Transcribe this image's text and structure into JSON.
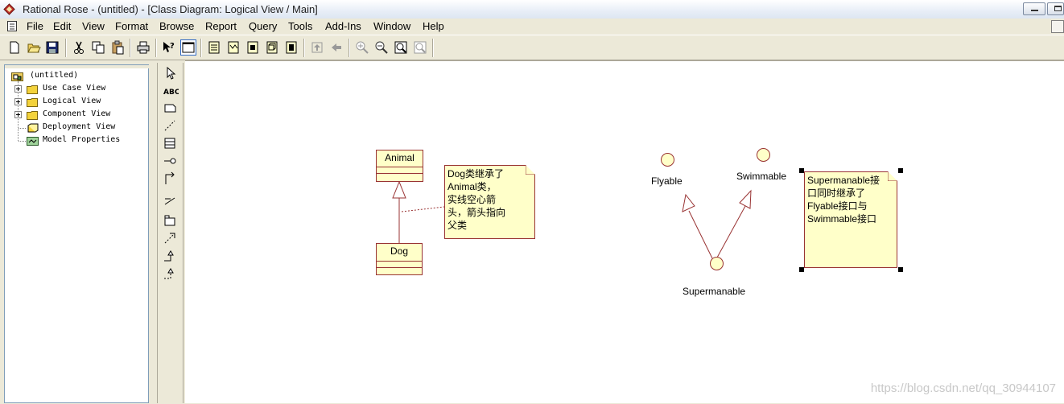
{
  "window": {
    "title": "Rational Rose - (untitled) - [Class Diagram: Logical View / Main]"
  },
  "menu": {
    "items": [
      "File",
      "Edit",
      "View",
      "Format",
      "Browse",
      "Report",
      "Query",
      "Tools",
      "Add-Ins",
      "Window",
      "Help"
    ]
  },
  "toolbar": {
    "icons": [
      "new-icon",
      "open-icon",
      "save-icon",
      "cut-icon",
      "copy-icon",
      "paste-icon",
      "print-icon",
      "context-help-icon",
      "view-doc-icon",
      "browse-class-icon",
      "browse-interaction-icon",
      "browse-component-icon",
      "browse-deployment-icon",
      "browse-parent-icon",
      "browse-previous-icon",
      "zoom-in-icon",
      "zoom-out-icon",
      "fit-window-icon",
      "undo-fit-icon"
    ]
  },
  "browser": {
    "root": "(untitled)",
    "items": [
      {
        "label": "Use Case View",
        "expandable": true
      },
      {
        "label": "Logical View",
        "expandable": true
      },
      {
        "label": "Component View",
        "expandable": true
      },
      {
        "label": "Deployment View",
        "expandable": false
      },
      {
        "label": "Model Properties",
        "expandable": false
      }
    ]
  },
  "diagram": {
    "classes": [
      {
        "name": "Animal"
      },
      {
        "name": "Dog"
      }
    ],
    "notes": [
      {
        "text": "Dog类继承了\nAnimal类，\n实线空心箭\n头，箭头指向\n父类"
      },
      {
        "text": "Supermanable接\n口同时继承了\nFlyable接口与\nSwimmable接口"
      }
    ],
    "interfaces": [
      {
        "name": "Flyable"
      },
      {
        "name": "Swimmable"
      },
      {
        "name": "Supermanable"
      }
    ]
  },
  "watermark": "https://blog.csdn.net/qq_30944107",
  "colors": {
    "element_fill": "#ffffc9",
    "element_border": "#993333",
    "chrome": "#ece9d8"
  }
}
